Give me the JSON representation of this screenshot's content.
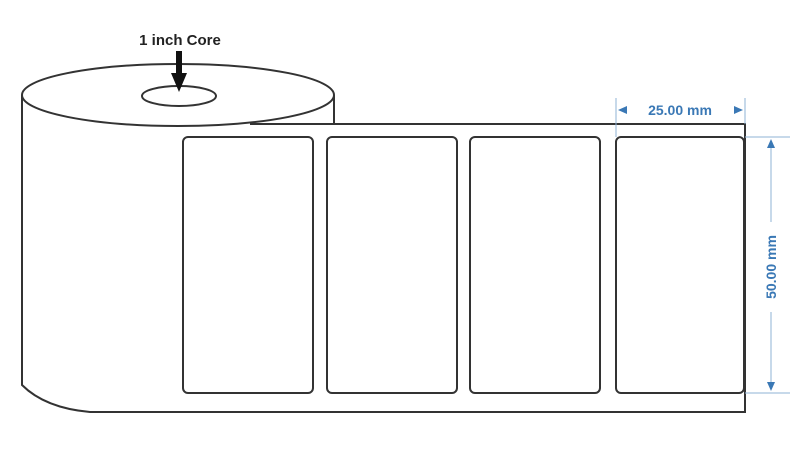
{
  "diagram": {
    "core_label": "1 inch Core",
    "width_label": "25.00 mm",
    "height_label": "50.00 mm",
    "labels_visible": 4
  },
  "colors": {
    "outline": "#333333",
    "dimension": "#3a78b5"
  }
}
